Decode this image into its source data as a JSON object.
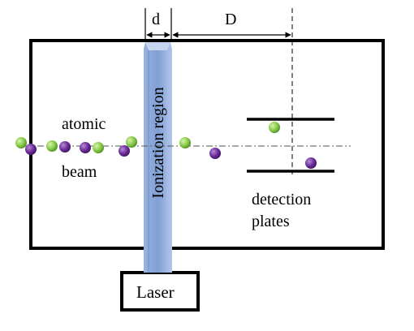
{
  "labels": {
    "d": "d",
    "D": "D",
    "atomic": "atomic",
    "beam": "beam",
    "ionization": "Ionization region",
    "detection": "detection",
    "plates": "plates",
    "laser": "Laser"
  },
  "colors": {
    "green_atom": "#8fd14f",
    "purple_atom": "#6b2d9a",
    "beam_blue": "#8aa6d6",
    "frame": "#000000"
  }
}
